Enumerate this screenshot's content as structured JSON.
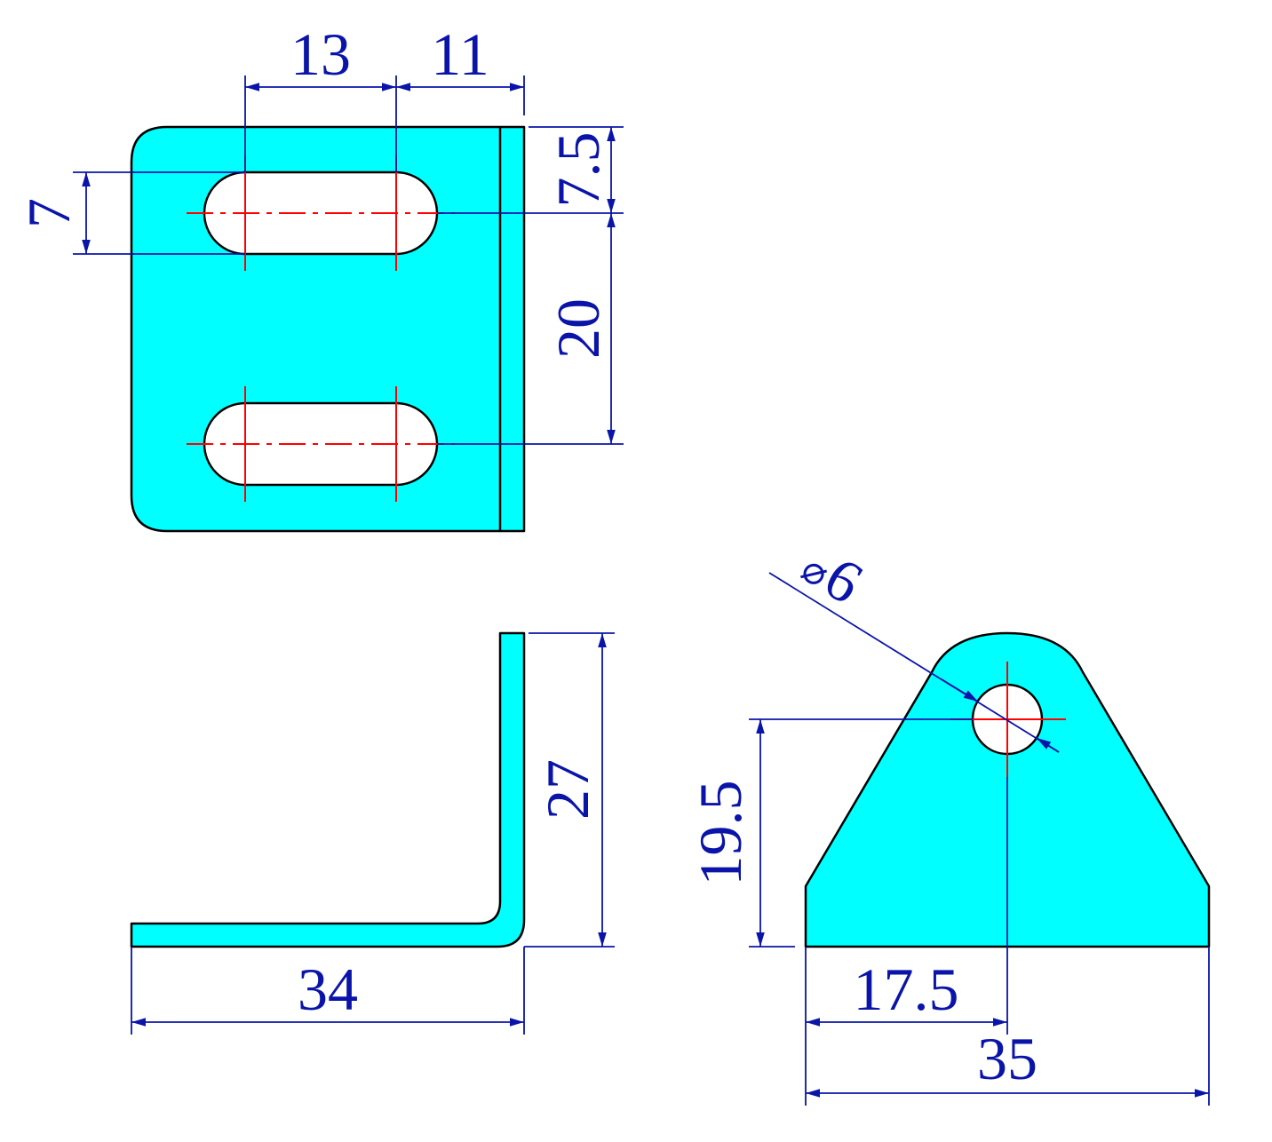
{
  "colors": {
    "part_fill": "#00ffff",
    "outline": "#000000",
    "dimension": "#0a14a8",
    "centerline": "#ff0000",
    "background": "#ffffff"
  },
  "dimensions": {
    "top_view": {
      "slot_length": "13",
      "slot_to_edge": "11",
      "slot_width": "7",
      "top_to_slot": "7.5",
      "slot_spacing": "20"
    },
    "front_view": {
      "height": "27",
      "length": "34"
    },
    "side_view": {
      "hole_diameter": "6",
      "diameter_symbol": "⌀",
      "hole_height": "19.5",
      "half_width": "17.5",
      "width": "35"
    }
  }
}
